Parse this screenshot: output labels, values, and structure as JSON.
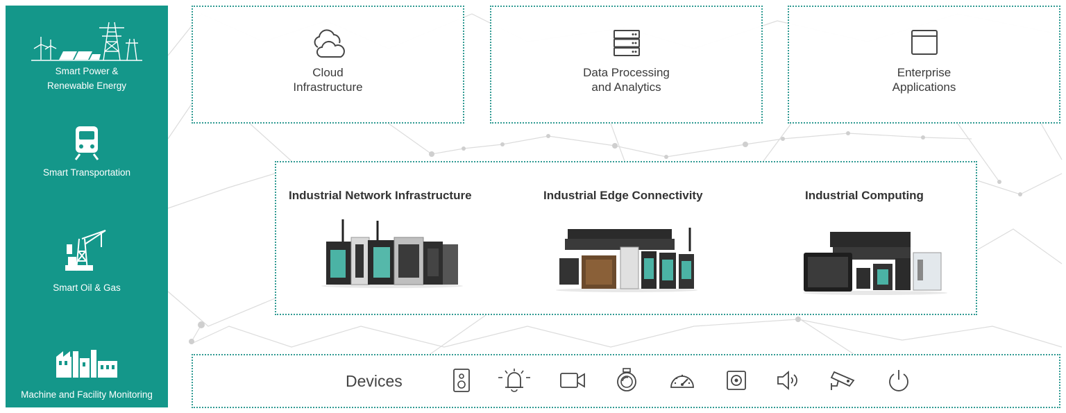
{
  "sidebar": {
    "items": [
      {
        "label": "Smart Power &\nRenewable Energy",
        "icon": "renewable-energy-icon"
      },
      {
        "label": "Smart Transportation",
        "icon": "train-icon"
      },
      {
        "label": "Smart Oil & Gas",
        "icon": "oil-rig-icon"
      },
      {
        "label": "Machine and Facility Monitoring",
        "icon": "factory-icon"
      }
    ]
  },
  "top": {
    "cloud": {
      "label": "Cloud\nInfrastructure",
      "icon": "cloud-icon"
    },
    "data": {
      "label": "Data Processing\nand Analytics",
      "icon": "server-icon"
    },
    "enterprise": {
      "label": "Enterprise\nApplications",
      "icon": "browser-window-icon"
    }
  },
  "middle": {
    "columns": [
      {
        "title": "Industrial Network Infrastructure",
        "image": "network-switches-image"
      },
      {
        "title": "Industrial Edge Connectivity",
        "image": "edge-connectivity-devices-image"
      },
      {
        "title": "Industrial Computing",
        "image": "industrial-computers-image"
      }
    ]
  },
  "devices": {
    "title": "Devices",
    "icons": [
      "speaker-icon",
      "alarm-bell-icon",
      "video-camera-icon",
      "flow-meter-icon",
      "gauge-icon",
      "sensor-icon",
      "volume-icon",
      "cctv-camera-icon",
      "power-icon"
    ]
  },
  "colors": {
    "sidebar": "#14978a",
    "border": "#2f9a92",
    "text": "#3a3a3a"
  }
}
